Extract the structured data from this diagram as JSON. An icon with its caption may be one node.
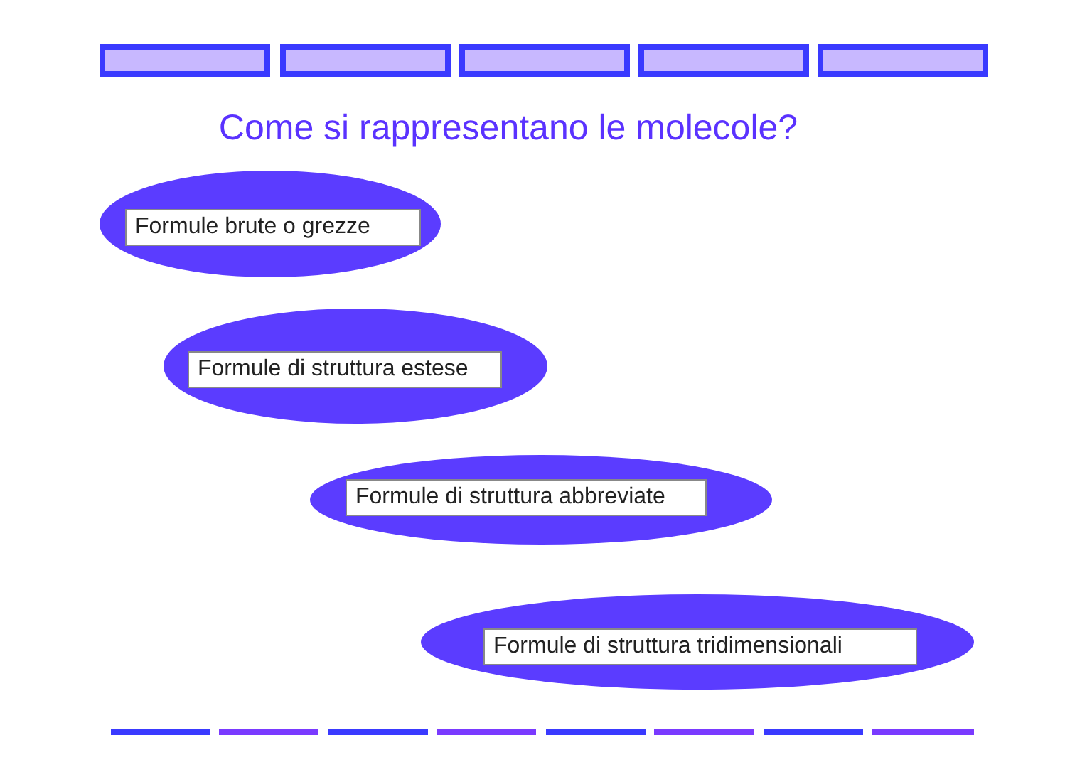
{
  "diagram": {
    "title": "Come si rappresentano le molecole?",
    "nodes": [
      {
        "text": [
          "Formule brute o grezze"
        ]
      },
      {
        "text": [
          "Formule di struttura estese"
        ]
      },
      {
        "text": [
          "Formule di struttura abbreviate"
        ]
      },
      {
        "text": [
          "Formule di struttura tridimensionali"
        ]
      }
    ],
    "edges": []
  }
}
